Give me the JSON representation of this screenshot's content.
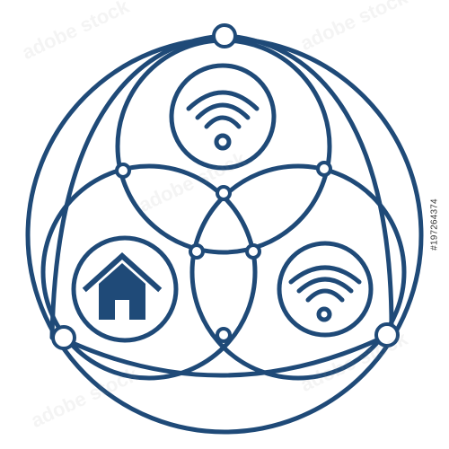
{
  "colors": {
    "primary": "#1f4a78",
    "background": "#ffffff",
    "watermark": "#969696"
  },
  "graphic": {
    "subject": "network-venn-emblem",
    "icons": [
      "wifi-icon",
      "home-icon",
      "wifi-icon"
    ]
  },
  "watermark": {
    "brand": "adobe stock"
  },
  "stock": {
    "id": "#197264374"
  }
}
